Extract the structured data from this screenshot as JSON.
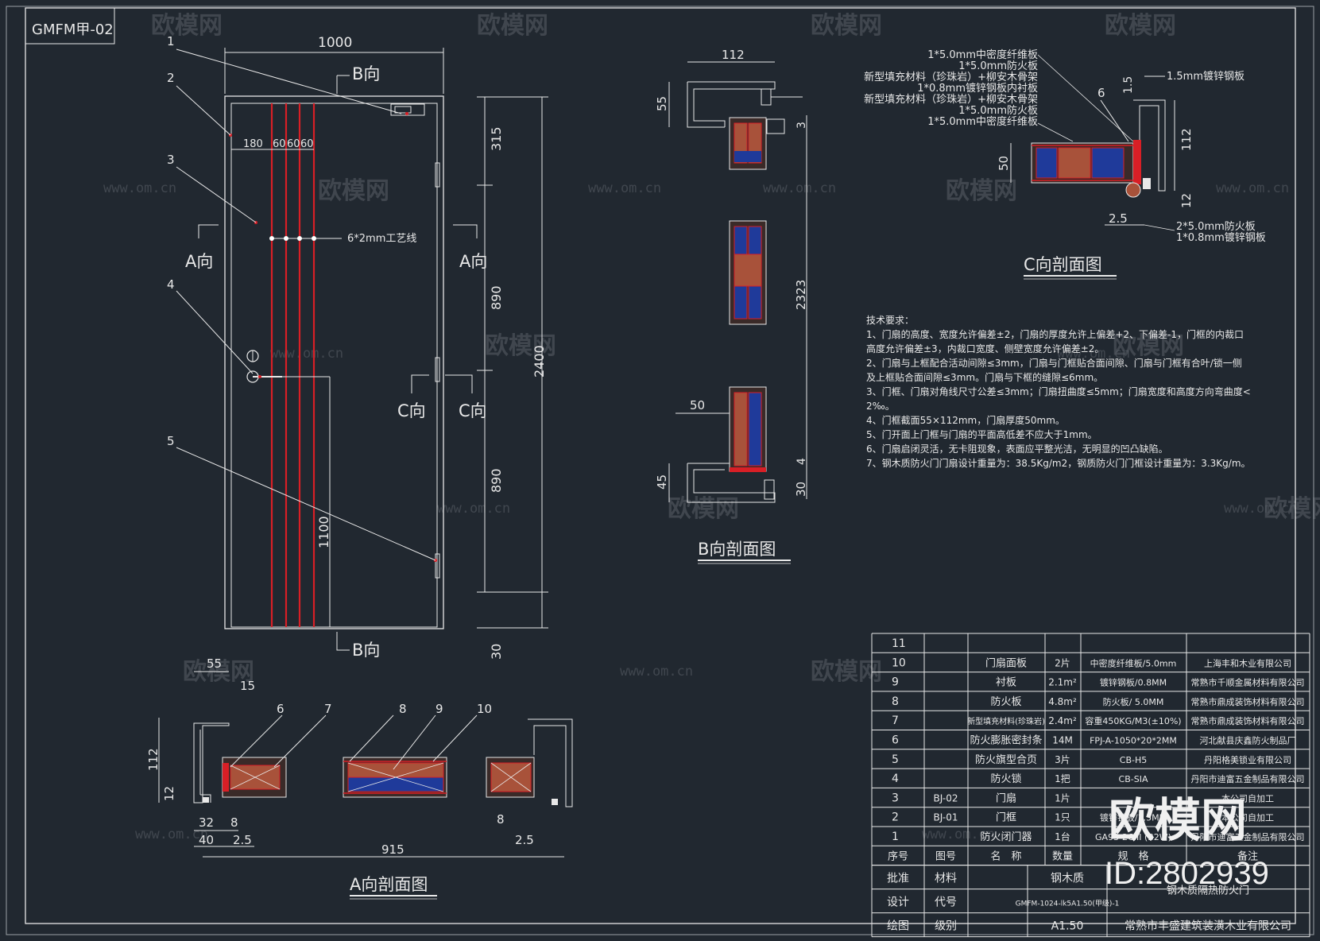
{
  "drawing": {
    "id": "GMFM甲-02",
    "parts": [
      "1",
      "2",
      "3",
      "4",
      "5"
    ],
    "front": {
      "width": "1000",
      "height_total": "2400",
      "seg_top": "315",
      "seg_mid1": "890",
      "seg_mid2": "890",
      "seg_bottom": "30",
      "handle_height": "1100",
      "stripe_dims": [
        "180",
        "60",
        "60",
        "60"
      ],
      "process_line": "6*2mm工艺线",
      "dir_b": "B向",
      "dir_a": "A向",
      "dir_c": "C向"
    },
    "section_a": {
      "title": "A向剖面图",
      "dims": {
        "d55": "55",
        "d15": "15",
        "d112": "112",
        "d12": "12",
        "d32": "32",
        "d8": "8",
        "d40": "40",
        "d25": "2.5",
        "d915": "915",
        "d25b": "2.5",
        "d8b": "8"
      },
      "callouts": [
        "6",
        "7",
        "8",
        "9",
        "10"
      ]
    },
    "section_b": {
      "title": "B向剖面图",
      "dims": {
        "d112": "112",
        "d55": "55",
        "d3": "3",
        "d2323": "2323",
        "d50": "50",
        "d45": "45",
        "d4": "4",
        "d30": "30"
      }
    },
    "section_c": {
      "title": "C向剖面图",
      "layers": [
        "1*5.0mm中密度纤维板",
        "1*5.0mm防火板",
        "新型填充材料（珍珠岩）+柳安木骨架",
        "1*0.8mm镀锌钢板内衬板",
        "新型填充材料（珍珠岩）+柳安木骨架",
        "1*5.0mm防火板",
        "1*5.0mm中密度纤维板"
      ],
      "right_labels": [
        "1.5mm镀锌钢板",
        "2*5.0mm防火板",
        "1*0.8mm镀锌钢板"
      ],
      "dims": {
        "d6": "6",
        "d15": "1.5",
        "d112": "112",
        "d50": "50",
        "d12": "12",
        "d25": "2.5"
      }
    },
    "tech": {
      "title": "技术要求：",
      "lines": [
        "1、门扇的高度、宽度允许偏差±2，门扇的厚度允许上偏差+2、下偏差-1，门框的内裁口",
        "高度允许偏差±3，内裁口宽度、侧壁宽度允许偏差±2。",
        "2、门扇与上框配合活动间隙≤3mm，门扇与门框贴合面间隙、门扇与门框有合叶/锁一侧",
        "及上框贴合面间隙≤3mm。门扇与下框的缝隙≤6mm。",
        "3、门框、门扇对角线尺寸公差≤3mm；门扇扭曲度≤5mm；门扇宽度和高度方向弯曲度<",
        "2‰。",
        "4、门框截面55×112mm，门扇厚度50mm。",
        "5、门开面上门框与门扇的平面高低差不应大于1mm。",
        "6、门扇启闭灵活，无卡阻现象，表面应平整光洁，无明显的凹凸缺陷。",
        "7、钢木质防火门门扇设计重量为：38.5Kg/m2，钢质防火门门框设计重量为：3.3Kg/m。"
      ]
    },
    "bom": {
      "header": {
        "no": "序号",
        "drawing": "图号",
        "name": "名　称",
        "qty": "数量",
        "spec": "规　格",
        "remark": "备注"
      },
      "rows": [
        {
          "no": "11",
          "drawing": "",
          "name": "",
          "qty": "",
          "spec": "",
          "supplier": ""
        },
        {
          "no": "10",
          "drawing": "",
          "name": "门扇面板",
          "qty": "2片",
          "spec": "中密度纤维板/5.0mm",
          "supplier": "上海丰和木业有限公司"
        },
        {
          "no": "9",
          "drawing": "",
          "name": "衬板",
          "qty": "2.1m²",
          "spec": "镀锌钢板/0.8MM",
          "supplier": "常熟市千顺金属材料有限公司"
        },
        {
          "no": "8",
          "drawing": "",
          "name": "防火板",
          "qty": "4.8m²",
          "spec": "防火板/ 5.0MM",
          "supplier": "常熟市鼎成装饰材料有限公司"
        },
        {
          "no": "7",
          "drawing": "",
          "name": "新型填充材料(珍珠岩)",
          "qty": "2.4m²",
          "spec": "容重450KG/M3(±10%)",
          "supplier": "常熟市鼎成装饰材料有限公司"
        },
        {
          "no": "6",
          "drawing": "",
          "name": "防火膨胀密封条",
          "qty": "14M",
          "spec": "FPJ-A-1050*20*2MM",
          "supplier": "河北献县庆鑫防火制品厂"
        },
        {
          "no": "5",
          "drawing": "",
          "name": "防火旗型合页",
          "qty": "3片",
          "spec": "CB-H5",
          "supplier": "丹阳格美锁业有限公司"
        },
        {
          "no": "4",
          "drawing": "",
          "name": "防火锁",
          "qty": "1把",
          "spec": "CB-SIA",
          "supplier": "丹阳市迪富五金制品有限公司"
        },
        {
          "no": "3",
          "drawing": "BJ-02",
          "name": "门扇",
          "qty": "1片",
          "spec": "",
          "supplier": "本公司自加工"
        },
        {
          "no": "2",
          "drawing": "BJ-01",
          "name": "门框",
          "qty": "1只",
          "spec": "镀锌钢板/1.5MM",
          "supplier": "本公司自加工"
        },
        {
          "no": "1",
          "drawing": "",
          "name": "防火闭门器",
          "qty": "1台",
          "spec": "GA93-2CIII (B2W)",
          "supplier": "丹阳市迪富五金制品有限公司"
        }
      ],
      "title_block": {
        "approve": "批准",
        "material_label": "材料",
        "material": "钢木质",
        "design": "设计",
        "code_label": "代号",
        "code": "GMFM-1024-lk5A1.50(甲级)-1",
        "draw": "绘图",
        "level_label": "级别",
        "level": "A1.50",
        "product": "钢木质隔热防火门",
        "company": "常熟市丰盛建筑装潢木业有限公司"
      }
    }
  },
  "watermark": {
    "brand": "欧模网",
    "url": "www.om.cn",
    "id": "ID:2802939"
  },
  "colors": {
    "bg": "#212830",
    "line": "#e8e8e8",
    "red": "#d81f26",
    "blue": "#1f3a9a",
    "wood": "#a8523a"
  }
}
